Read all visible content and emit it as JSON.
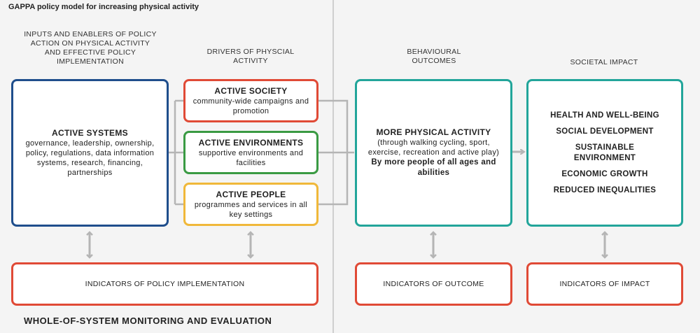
{
  "title": "GAPPA policy model for increasing physical activity",
  "headers": {
    "inputs": "INPUTS AND ENABLERS OF POLICY ACTION ON PHYSICAL ACTIVITY AND EFFECTIVE POLICY IMPLEMENTATION",
    "drivers": "DRIVERS OF PHYSCIAL ACTIVITY",
    "outcomes": "BEHAVIOURAL OUTCOMES",
    "impact": "SOCIETAL IMPACT"
  },
  "active_systems": {
    "title": "ACTIVE SYSTEMS",
    "desc": "governance, leadership, ownership, policy, regulations, data information systems, research, financing, partnerships"
  },
  "active_society": {
    "title": "ACTIVE SOCIETY",
    "desc": "community-wide campaigns and promotion"
  },
  "active_environments": {
    "title": "ACTIVE ENVIRONMENTS",
    "desc": "supportive environments and facilities"
  },
  "active_people": {
    "title": "ACTIVE PEOPLE",
    "desc": "programmes and services in all key settings"
  },
  "outcome": {
    "title": "MORE PHYSICAL ACTIVITY",
    "desc": "(through walking cycling, sport, exercise, recreation and active play)",
    "emphasis": "By more people of all ages and abilities"
  },
  "impact": {
    "items": [
      "HEALTH AND WELL-BEING",
      "SOCIAL DEVELOPMENT",
      "SUSTAINABLE ENVIRONMENT",
      "ECONOMIC GROWTH",
      "REDUCED INEQUALITIES"
    ]
  },
  "indicators": {
    "policy": "INDICATORS OF POLICY IMPLEMENTATION",
    "outcome": "INDICATORS OF OUTCOME",
    "impact": "INDICATORS OF IMPACT"
  },
  "footer": "WHOLE-OF-SYSTEM MONITORING AND EVALUATION",
  "colors": {
    "systems": "#1f4e8c",
    "society": "#e04a36",
    "environments": "#3a9a43",
    "people": "#f0b83a",
    "outcome": "#22a59a",
    "connector": "#b5b5b5"
  }
}
